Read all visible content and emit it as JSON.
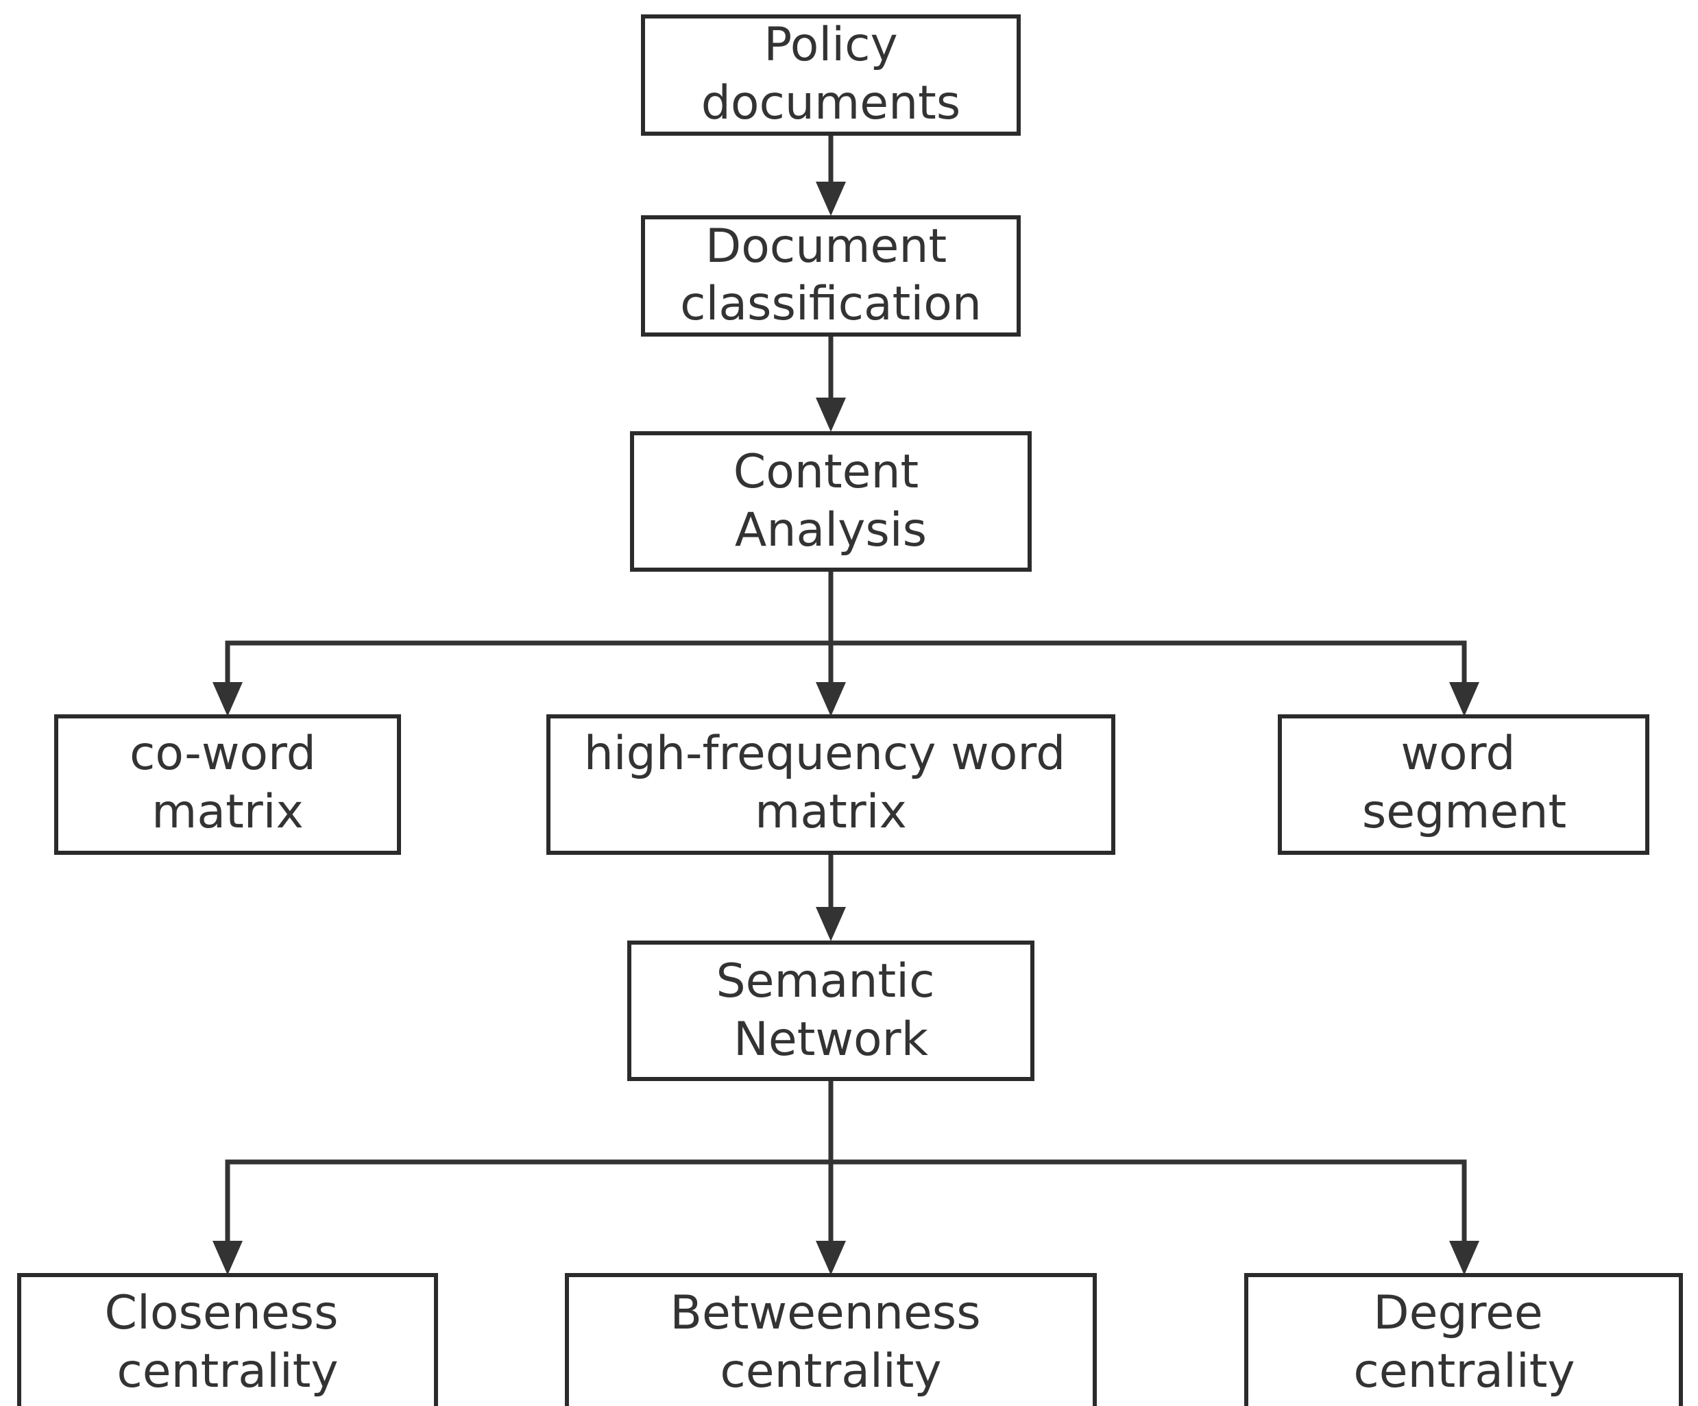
{
  "diagram": {
    "nodes": {
      "policy_documents": {
        "lines": [
          "Policy",
          "documents"
        ]
      },
      "document_classification": {
        "lines": [
          "Document",
          "classification"
        ]
      },
      "content_analysis": {
        "lines": [
          "Content",
          "Analysis"
        ]
      },
      "co_word_matrix": {
        "lines": [
          "co-word",
          "matrix"
        ]
      },
      "high_frequency_word_matrix": {
        "lines": [
          "high-frequency word",
          "matrix"
        ]
      },
      "word_segment": {
        "lines": [
          "word",
          "segment"
        ]
      },
      "semantic_network": {
        "lines": [
          "Semantic",
          "Network"
        ]
      },
      "closeness_centrality": {
        "lines": [
          "Closeness",
          "centrality"
        ]
      },
      "betweenness_centrality": {
        "lines": [
          "Betweenness",
          "centrality"
        ]
      },
      "degree_centrality": {
        "lines": [
          "Degree",
          "centrality"
        ]
      }
    },
    "edges": [
      {
        "from": "policy_documents",
        "to": "document_classification"
      },
      {
        "from": "document_classification",
        "to": "content_analysis"
      },
      {
        "from": "content_analysis",
        "to": "co_word_matrix"
      },
      {
        "from": "content_analysis",
        "to": "high_frequency_word_matrix"
      },
      {
        "from": "content_analysis",
        "to": "word_segment"
      },
      {
        "from": "high_frequency_word_matrix",
        "to": "semantic_network"
      },
      {
        "from": "semantic_network",
        "to": "closeness_centrality"
      },
      {
        "from": "semantic_network",
        "to": "betweenness_centrality"
      },
      {
        "from": "semantic_network",
        "to": "degree_centrality"
      }
    ]
  }
}
